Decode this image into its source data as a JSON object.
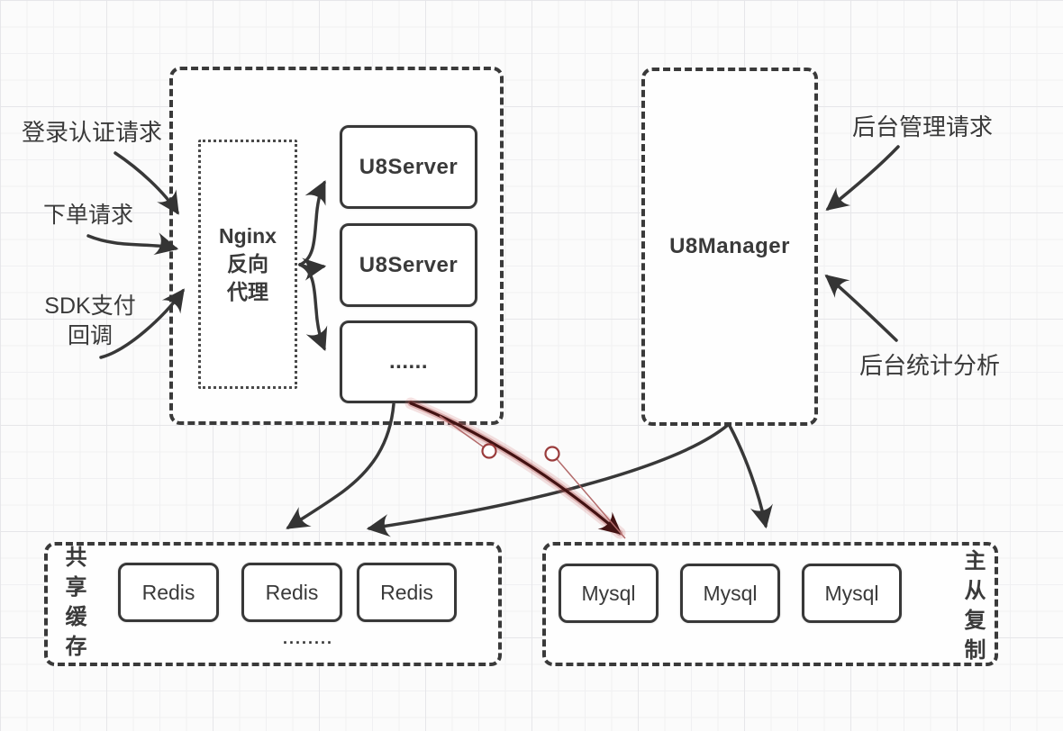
{
  "canvas": {
    "labels": {
      "login_auth": "登录认证请求",
      "place_order": "下单请求",
      "sdk_callback_line1": "SDK支付",
      "sdk_callback_line2": "回调",
      "admin_request": "后台管理请求",
      "stats_analysis": "后台统计分析"
    },
    "gateway": {
      "nginx_line1": "Nginx",
      "nginx_line2": "反向",
      "nginx_line3": "代理",
      "server1": "U8Server",
      "server2": "U8Server",
      "server_more": "......"
    },
    "manager": {
      "title": "U8Manager"
    },
    "cache": {
      "side_label": "共享缓存",
      "node1": "Redis",
      "node2": "Redis",
      "node3": "Redis",
      "more_dots": "........"
    },
    "database": {
      "side_label": "主从复制",
      "node1": "Mysql",
      "node2": "Mysql",
      "node3": "Mysql"
    },
    "colors": {
      "line": "#3a3a3a",
      "selected_edge": "#4a1414",
      "selection_handle": "#9a3c3c"
    }
  }
}
